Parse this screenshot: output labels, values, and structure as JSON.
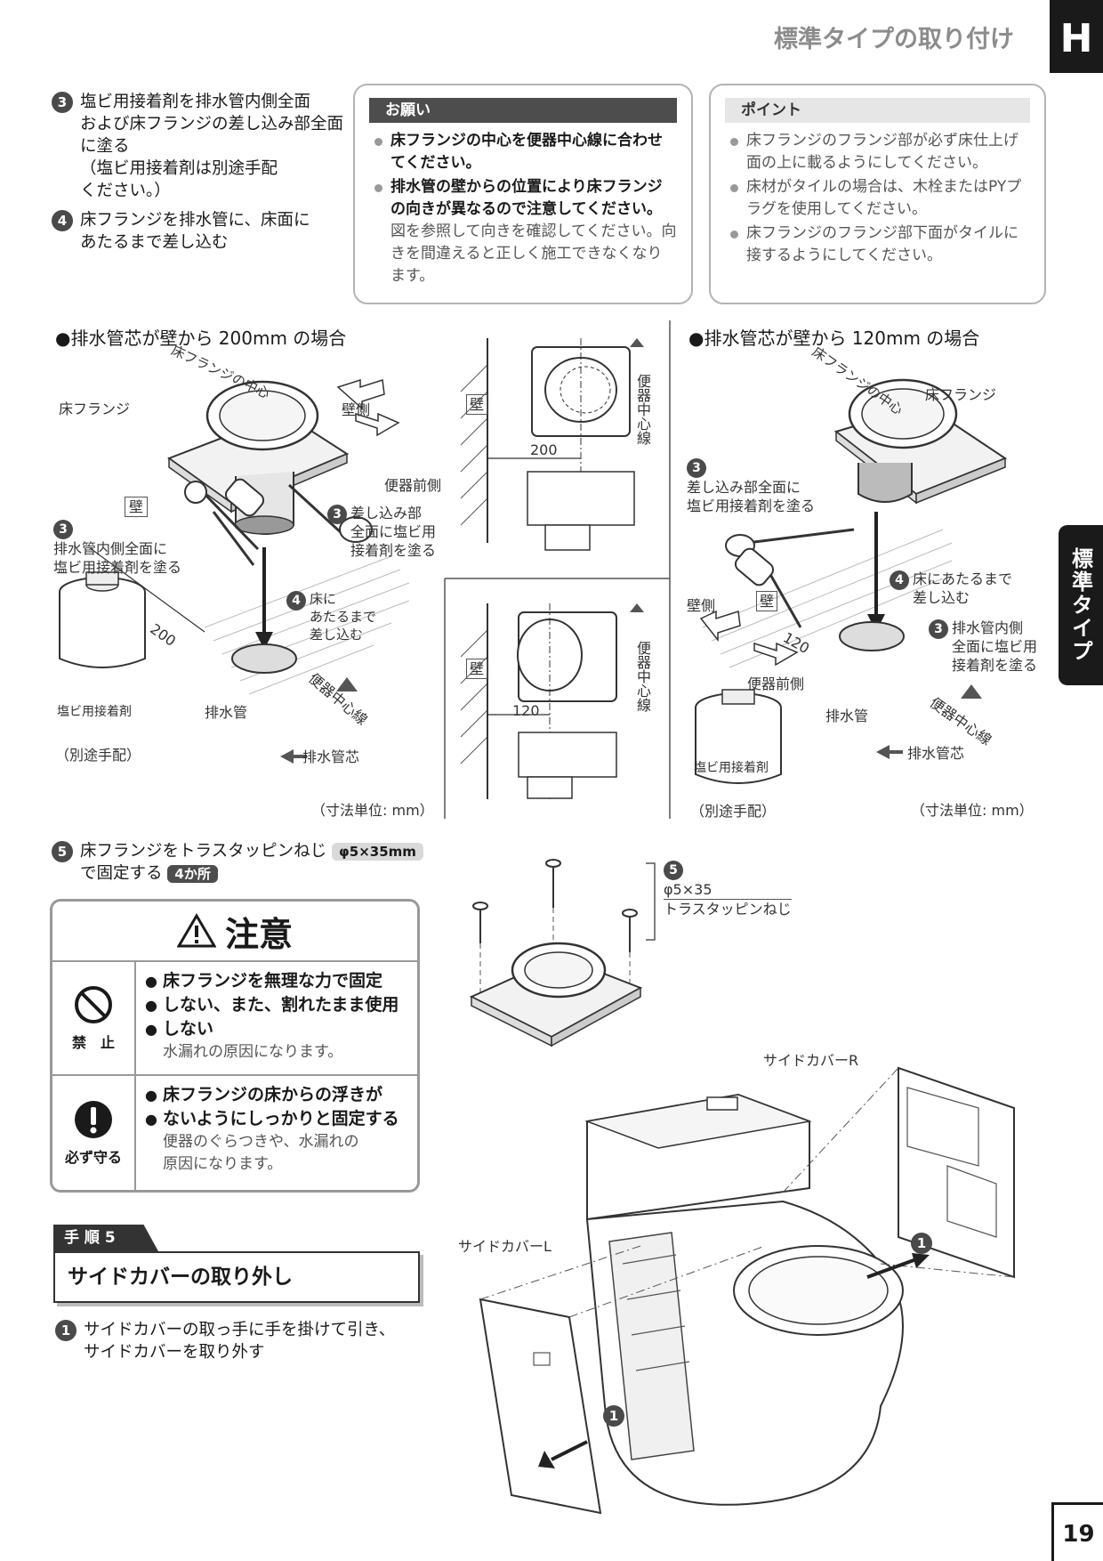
{
  "header": {
    "title": "標準タイプの取り付け",
    "tab_letter": "H",
    "side_tab": "標準タイプ",
    "page_number": "19"
  },
  "steps_top": [
    {
      "num": "3",
      "lines": [
        "塩ビ用接着剤を排水管内側全面",
        "および床フランジの差し込み部全面",
        "に塗る",
        "（塩ビ用接着剤は別途手配",
        "ください。）"
      ]
    },
    {
      "num": "4",
      "lines": [
        "床フランジを排水管に、床面に",
        "あたるまで差し込む"
      ]
    }
  ],
  "request_box": {
    "title": "お願い",
    "items": [
      {
        "bold": "床フランジの中心を便器中心線に合わせてください。",
        "sub": ""
      },
      {
        "bold": "排水管の壁からの位置により床フランジの向きが異なるので注意してください。",
        "sub": "図を参照して向きを確認してください。向きを間違えると正しく施工できなくなります。"
      }
    ]
  },
  "point_box": {
    "title": "ポイント",
    "items": [
      "床フランジのフランジ部が必ず床仕上げ面の上に載るようにしてください。",
      "床材がタイルの場合は、木栓またはPYプラグを使用してください。",
      "床フランジのフランジ部下面がタイルに接するようにしてください。"
    ]
  },
  "diagram_200": {
    "title": "●排水管芯が壁から 200mm の場合",
    "label_flange": "床フランジ",
    "label_flange_center": "床フランジの中心",
    "label_wall_side": "壁側",
    "label_toilet_front": "便器前側",
    "label_wall": "壁",
    "step3_num": "3",
    "step3_text": [
      "排水管内側全面に",
      "塩ビ用接着剤を塗る"
    ],
    "step3b_num": "3",
    "step3b_text": [
      "差し込み部",
      "全面に塩ビ用",
      "接着剤を塗る"
    ],
    "step4_num": "4",
    "step4_text": [
      "床に",
      "あたるまで",
      "差し込む"
    ],
    "dim": "200",
    "can_label": "塩ビ用接着剤",
    "can_note": "（別途手配）",
    "label_drain": "排水管",
    "label_center_line": "便器中心線",
    "label_drain_core": "排水管芯",
    "unit_note": "（寸法単位: mm）",
    "detail_wall": "壁",
    "detail_dim": "200",
    "detail_center": "便器中心線"
  },
  "diagram_120": {
    "title": "●排水管芯が壁から 120mm の場合",
    "label_flange_center": "床フランジの中心",
    "label_flange": "床フランジ",
    "step3_num": "3",
    "step3_text": [
      "差し込み部全面に",
      "塩ビ用接着剤を塗る"
    ],
    "step4_num": "4",
    "step4_text": [
      "床にあたるまで",
      "差し込む"
    ],
    "step3b_num": "3",
    "step3b_text": [
      "排水管内側",
      "全面に塩ビ用",
      "接着剤を塗る"
    ],
    "label_wall_side": "壁側",
    "label_wall": "壁",
    "dim": "120",
    "label_toilet_front": "便器前側",
    "label_drain": "排水管",
    "label_center_line": "便器中心線",
    "label_drain_core": "排水管芯",
    "can_label": "塩ビ用接着剤",
    "can_note": "（別途手配）",
    "unit_note": "（寸法単位: mm）",
    "detail_wall": "壁",
    "detail_dim": "120",
    "detail_center": "便器中心線"
  },
  "step5": {
    "num": "5",
    "line1": "床フランジをトラスタッピンねじ",
    "chip": "φ5×35mm",
    "line2": "で固定する",
    "chip_count": "4か所"
  },
  "screw_callout": {
    "num": "5",
    "spec": "φ5×35",
    "name": "トラスタッピンねじ"
  },
  "caution": {
    "title": "注意",
    "rows": [
      {
        "icon_label": "禁　止",
        "bold": [
          "床フランジを無理な力で固定",
          "しない、また、割れたまま使用",
          "しない"
        ],
        "sub": [
          "水漏れの原因になります。"
        ]
      },
      {
        "icon_label": "必ず守る",
        "bold": [
          "床フランジの床からの浮きが",
          "ないようにしっかりと固定する"
        ],
        "sub": [
          "便器のぐらつきや、水漏れの",
          "原因になります。"
        ]
      }
    ]
  },
  "procedure": {
    "tag": "手 順 5",
    "title": "サイドカバーの取り外し",
    "step_num": "1",
    "step_lines": [
      "サイドカバーの取っ手に手を掛けて引き、",
      "サイドカバーを取り外す"
    ]
  },
  "toilet_diagram": {
    "label_cover_r": "サイドカバーR",
    "label_cover_l": "サイドカバーL",
    "arrow_num_r": "1",
    "arrow_num_l": "1"
  }
}
